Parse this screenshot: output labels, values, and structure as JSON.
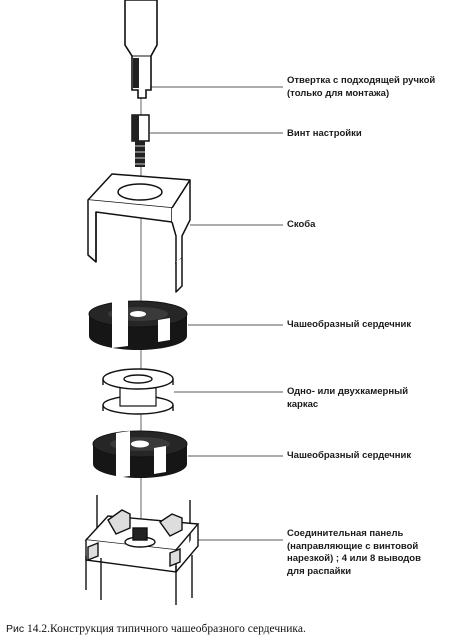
{
  "labels": {
    "screwdriver": "Отвертка с подходящей ручкой\n(только для монтажа)",
    "screw": "Винт настройки",
    "bracket": "Скоба",
    "core_top": "Чашеобразный сердечник",
    "bobbin": "Одно- или двухкамерный\nкаркас",
    "core_bottom": "Чашеобразный сердечник",
    "panel": "Соединительная панель\n(направляющие с винтовой\nнарезкой) ;  4 или 8 выводов\nдля распайки"
  },
  "caption": {
    "prefix": "Рис",
    "text": "14.2.Конструкция типичного чашеобразного сердечника."
  }
}
